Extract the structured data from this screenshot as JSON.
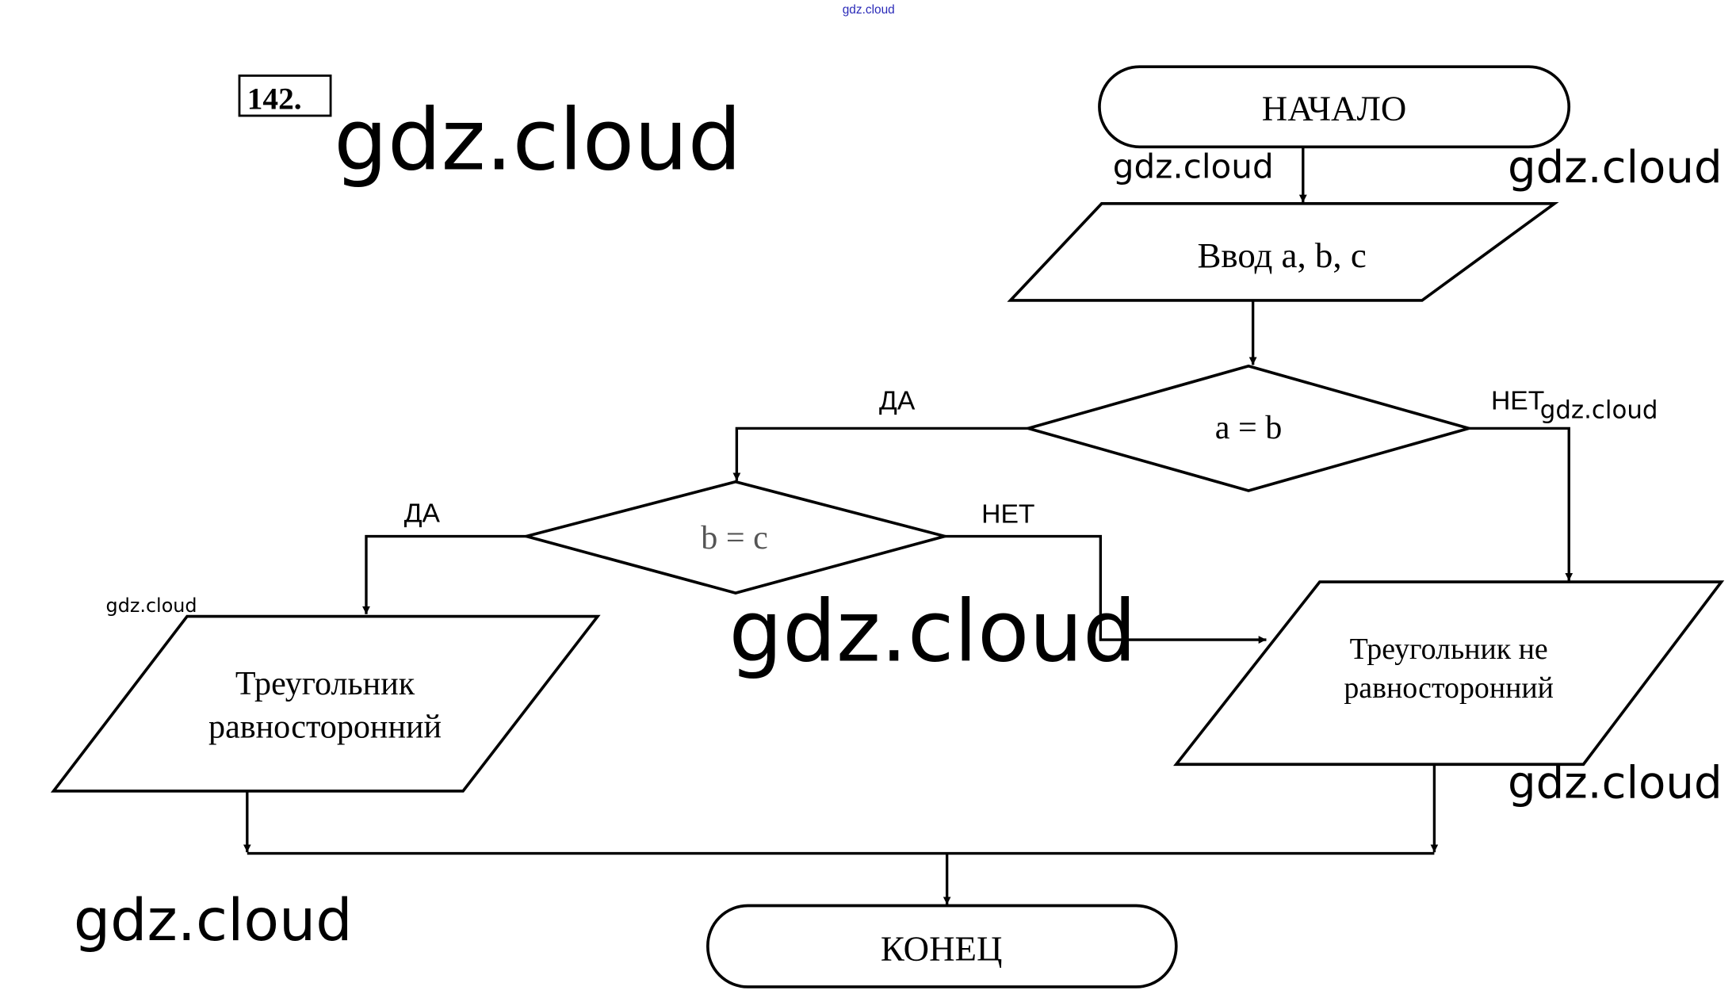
{
  "problem": {
    "number": "142."
  },
  "watermarks": {
    "top_small": "gdz.cloud",
    "title_large": "gdz.cloud",
    "near_start_left": "gdz.cloud",
    "near_start_right": "gdz.cloud",
    "near_net_label": "gdz.cloud",
    "left_small": "gdz.cloud",
    "center_large": "gdz.cloud",
    "right_lower": "gdz.cloud",
    "bottom_left": "gdz.cloud"
  },
  "flowchart": {
    "start": "НАЧАЛО",
    "input": "Ввод a, b, c",
    "decision1": "a = b",
    "decision2": "b = c",
    "output_yes": [
      "Треугольник",
      "равносторонний"
    ],
    "output_no": [
      "Треугольник не",
      "равносторонний"
    ],
    "end": "КОНЕЦ",
    "labels": {
      "d1_yes": "ДА",
      "d1_no": "НЕТ",
      "d2_yes": "ДА",
      "d2_no": "НЕТ"
    }
  },
  "colors": {
    "watermark_top": "#2a2ab8"
  }
}
